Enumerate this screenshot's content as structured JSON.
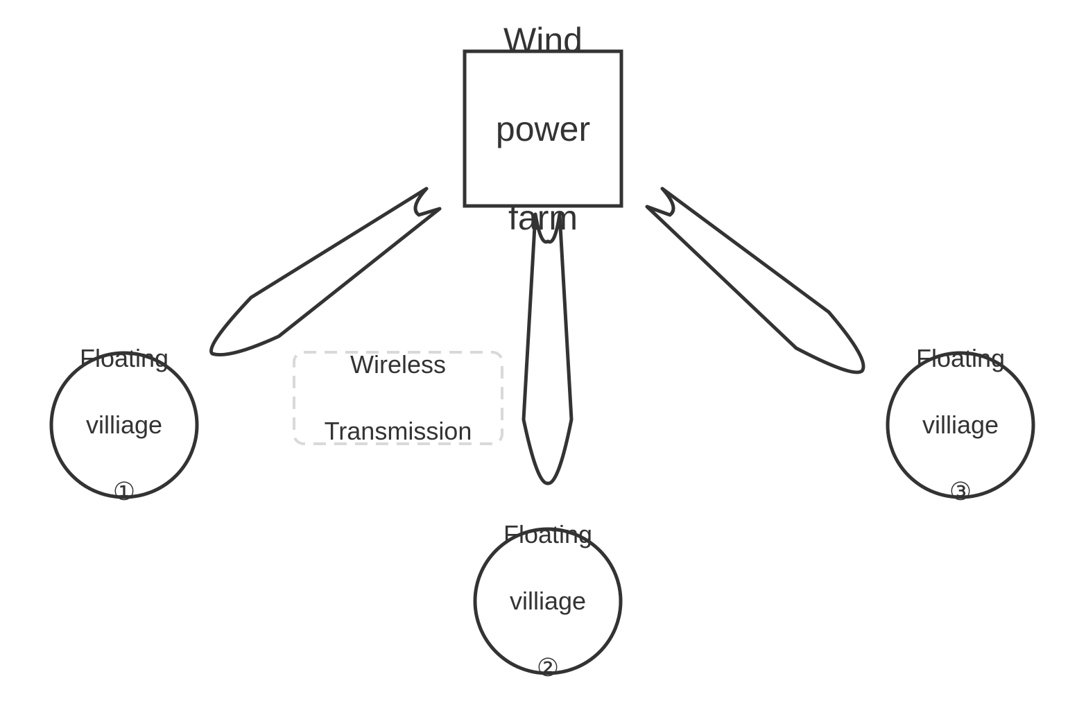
{
  "diagram": {
    "wind_farm": {
      "line1": "Wind",
      "line2": "power",
      "line3": "farm"
    },
    "villages": [
      {
        "line1": "Floating",
        "line2": "villiage",
        "marker": "①"
      },
      {
        "line1": "Floating",
        "line2": "villiage",
        "marker": "②"
      },
      {
        "line1": "Floating",
        "line2": "villiage",
        "marker": "③"
      }
    ],
    "wireless_label": {
      "line1": "Wireless",
      "line2": "Transmission"
    },
    "colors": {
      "stroke": "#333333",
      "dashed_box": "#d9d9d9",
      "background": "#ffffff"
    },
    "icons": {
      "transmission_beam": "lightning-beam-icon"
    }
  }
}
